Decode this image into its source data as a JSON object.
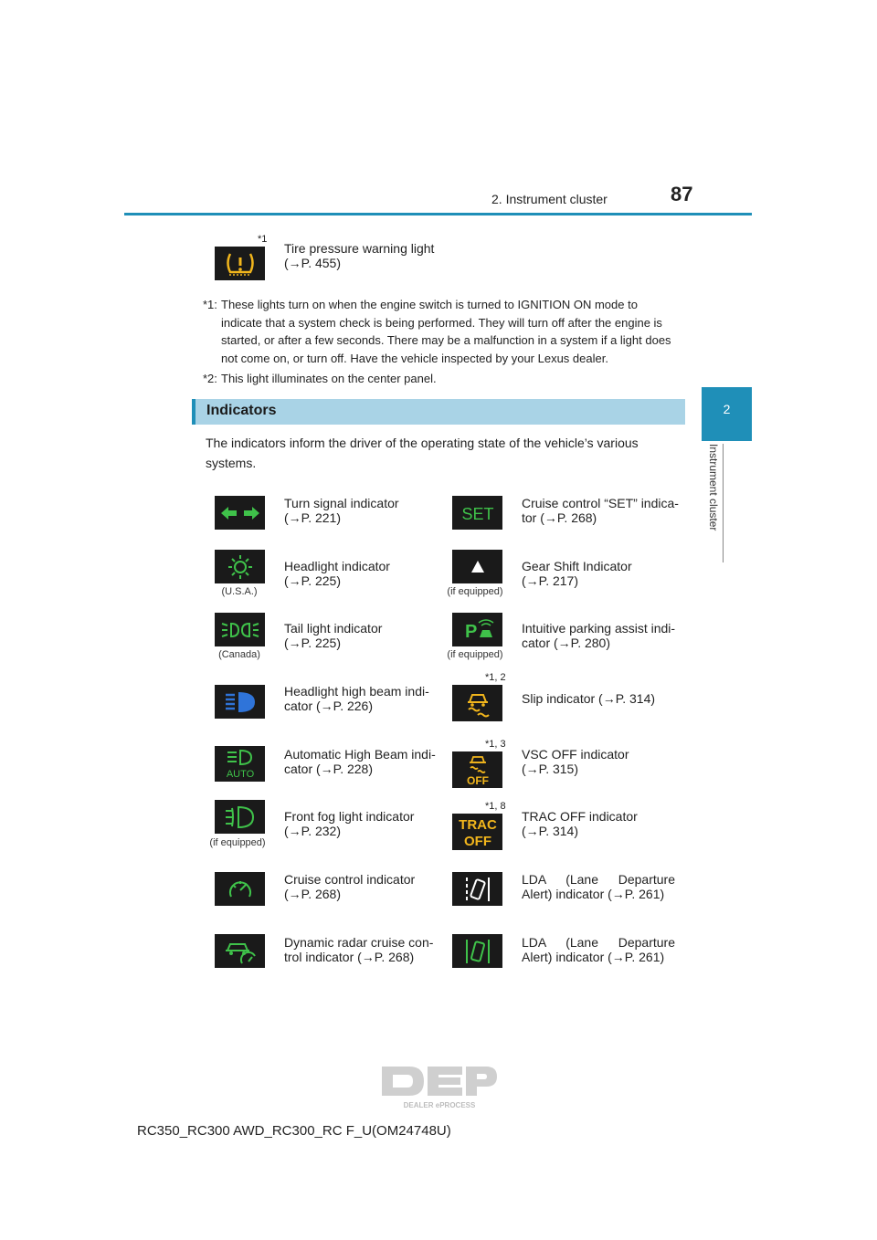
{
  "header": {
    "section": "2. Instrument cluster",
    "page": "87"
  },
  "side_tab": {
    "number": "2",
    "label": "Instrument cluster"
  },
  "tire": {
    "note": "*1",
    "title": "Tire pressure warning light",
    "ref": "(→P. 455)"
  },
  "footnotes": [
    {
      "marker": "*1:",
      "text": "These lights turn on when the engine switch is turned to IGNITION ON mode to indicate that a system check is being performed. They will turn off after the engine is started, or after a few seconds. There may be a malfunction in a system if a light does not come on, or turn off. Have the vehicle inspected by your Lexus dealer."
    },
    {
      "marker": "*2:",
      "text": "This light illuminates on the center panel."
    }
  ],
  "indicators": {
    "heading": "Indicators",
    "intro": "The indicators inform the driver of the operating state of the vehicle’s various systems.",
    "left": [
      {
        "icon": "turn-signal-icon",
        "line1": "Turn signal indicator",
        "line2": "(→P. 221)",
        "caption": ""
      },
      {
        "icon": "headlight-icon",
        "line1": "Headlight indicator",
        "line2": "(→P. 225)",
        "caption": "(U.S.A.)"
      },
      {
        "icon": "tail-light-icon",
        "line1": "Tail light indicator",
        "line2": "(→P. 225)",
        "caption": "(Canada)"
      },
      {
        "icon": "high-beam-icon",
        "line1": "Headlight high beam indi-",
        "line2": "cator (→P. 226)",
        "caption": ""
      },
      {
        "icon": "auto-high-beam-icon",
        "line1": "Automatic High Beam indi-",
        "line2": "cator (→P. 228)",
        "caption": ""
      },
      {
        "icon": "front-fog-icon",
        "line1": "Front fog light indicator",
        "line2": "(→P. 232)",
        "caption": "(if equipped)"
      },
      {
        "icon": "cruise-control-icon",
        "line1": "Cruise control indicator",
        "line2": "(→P. 268)",
        "caption": ""
      },
      {
        "icon": "radar-cruise-icon",
        "line1": "Dynamic radar cruise con-",
        "line2": "trol indicator (→P. 268)",
        "caption": ""
      }
    ],
    "right": [
      {
        "icon": "cruise-set-icon",
        "icon_text": "SET",
        "line1": "Cruise control “SET” indica-",
        "line2": "tor (→P. 268)",
        "caption": "",
        "note": ""
      },
      {
        "icon": "gear-shift-icon",
        "line1": "Gear Shift Indicator",
        "line2": "(→P. 217)",
        "caption": "(if equipped)",
        "note": ""
      },
      {
        "icon": "parking-assist-icon",
        "line1": "Intuitive parking assist indi-",
        "line2": "cator (→P. 280)",
        "caption": "(if equipped)",
        "note": ""
      },
      {
        "icon": "slip-icon",
        "line1": "Slip indicator (→P. 314)",
        "line2": "",
        "caption": "",
        "note": "*1, 2"
      },
      {
        "icon": "vsc-off-icon",
        "icon_text": "OFF",
        "line1": "VSC OFF indicator",
        "line2": "(→P. 315)",
        "caption": "",
        "note": "*1, 3"
      },
      {
        "icon": "trac-off-icon",
        "icon_text": "TRAC OFF",
        "line1": "TRAC OFF indicator",
        "line2": "(→P. 314)",
        "caption": "",
        "note": "*1, 8"
      },
      {
        "icon": "lda-icon",
        "line1": "LDA (Lane Departure",
        "line2": "Alert) indicator (→P. 261)",
        "caption": "",
        "note": ""
      },
      {
        "icon": "lda-green-icon",
        "line1": "LDA (Lane Departure",
        "line2": "Alert) indicator (→P. 261)",
        "caption": "",
        "note": ""
      }
    ]
  },
  "logo_text": "DEALER ePROCESS",
  "footer": "RC350_RC300 AWD_RC300_RC F_U(OM24748U)",
  "colors": {
    "accent": "#1f8fb8",
    "heading_bar": "#a9d3e6",
    "green": "#3fc24a",
    "blue": "#2f74d9",
    "amber": "#f2b61c"
  }
}
